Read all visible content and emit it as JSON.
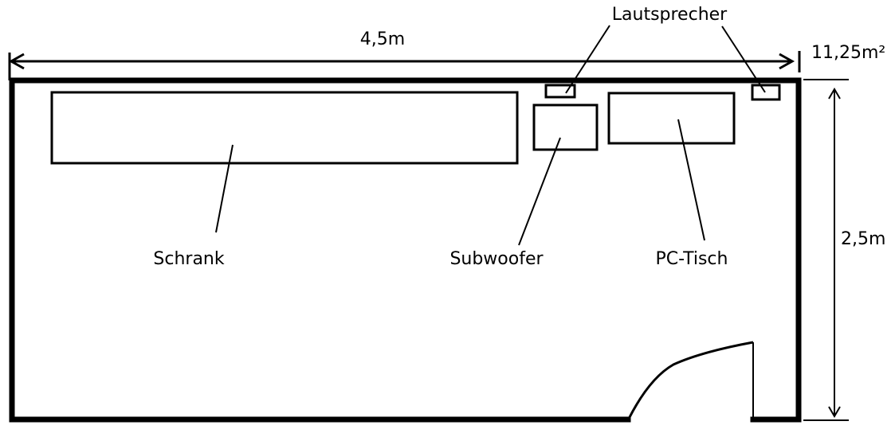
{
  "title": "Room floor plan",
  "dimensions": {
    "width_label": "4,5m",
    "height_label": "2,5m",
    "area_label": "11,25m²"
  },
  "labels": {
    "speakers": "Lautsprecher",
    "cabinet": "Schrank",
    "subwoofer": "Subwoofer",
    "desk": "PC-Tisch"
  },
  "colors": {
    "ink": "#000000",
    "background": "#ffffff"
  }
}
